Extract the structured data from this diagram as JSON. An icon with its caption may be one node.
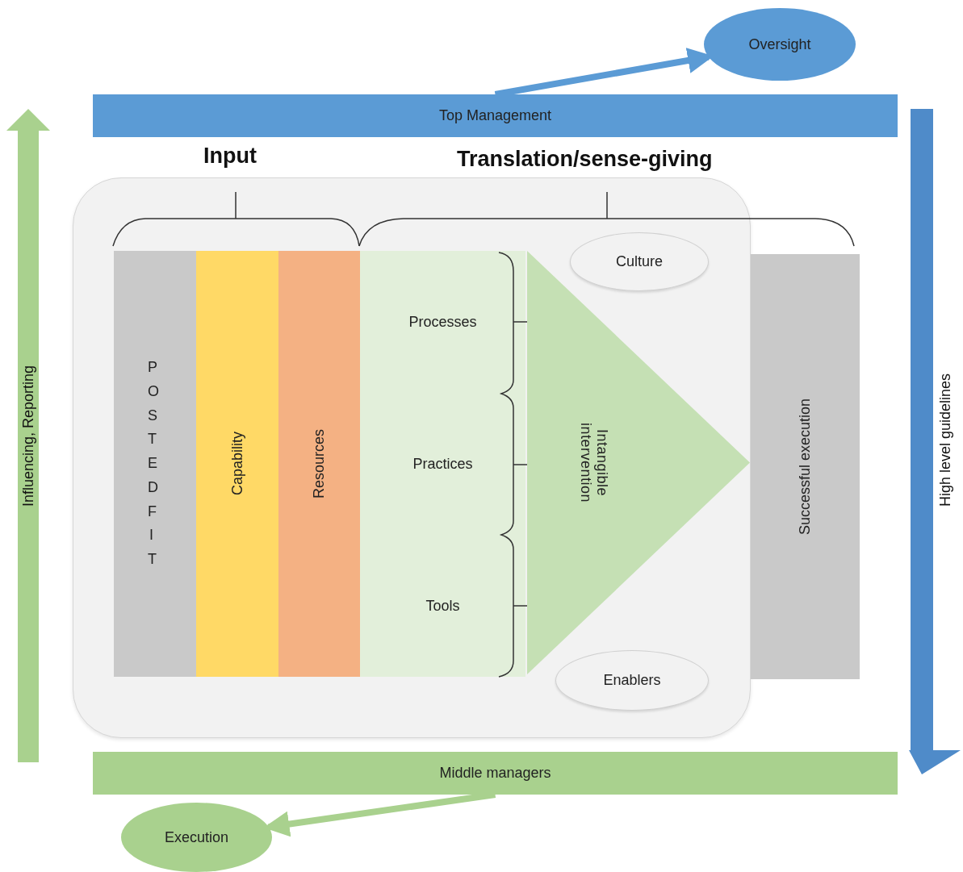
{
  "diagram": {
    "nodes": [
      {
        "text": [
          "Top Management"
        ]
      },
      {
        "text": [
          "Oversight"
        ]
      },
      {
        "text": [
          "Middle managers"
        ]
      },
      {
        "text": [
          "Execution"
        ]
      },
      {
        "text": [],
        "shape": "box"
      },
      {
        "text": [
          "POSTEDFIT"
        ],
        "in": 4
      },
      {
        "text": [
          "Capability"
        ],
        "in": 4
      },
      {
        "text": [
          "Resources"
        ],
        "in": 4
      },
      {
        "text": [
          "Processes"
        ],
        "in": 4
      },
      {
        "text": [
          "Practices"
        ],
        "in": 4
      },
      {
        "text": [
          "Tools"
        ],
        "in": 4
      },
      {
        "text": [
          "Intangible intervention"
        ],
        "in": 4
      },
      {
        "text": [
          "Culture"
        ],
        "in": 4
      },
      {
        "text": [
          "Enablers"
        ],
        "in": 4
      },
      {
        "text": [
          "Successful execution"
        ]
      }
    ],
    "edges": [
      {
        "from": 0,
        "to": 1,
        "arrow": "to",
        "color": "#5b9bd5"
      },
      {
        "from": 2,
        "to": 3,
        "arrow": "to",
        "color": "#a9d18e"
      }
    ],
    "labels": [
      "Input",
      "Translation/sense-giving",
      "Influencing, Reporting",
      "High level guidelines"
    ]
  }
}
